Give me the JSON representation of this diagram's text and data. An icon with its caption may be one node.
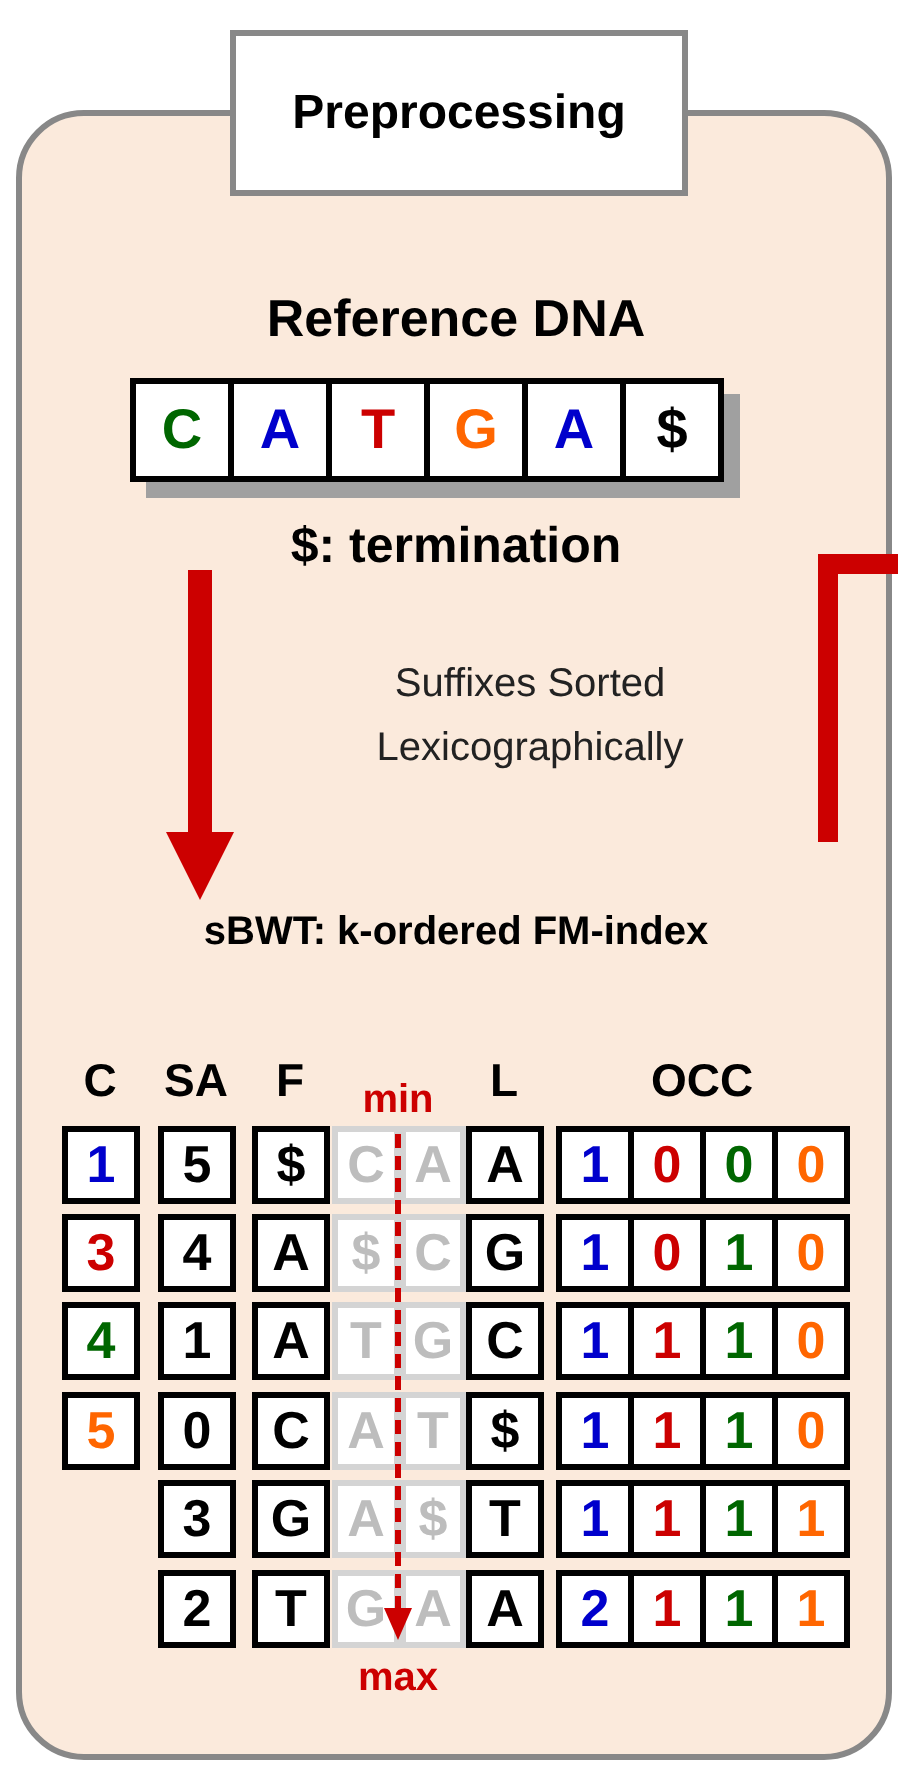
{
  "diagram": {
    "nodes": [
      {
        "text": [
          "Preprocessing"
        ]
      },
      {
        "text": [
          "Reference DNA",
          "C",
          "A",
          "T",
          "G",
          "A",
          "$",
          "$: termination"
        ],
        "in": 0
      },
      {
        "text": [
          "sBWT: k-ordered FM-index"
        ],
        "in": 0
      }
    ],
    "edges": [
      {
        "from": 1,
        "to": 2,
        "arrow": "to",
        "label": "Suffixes Sorted Lexicographically",
        "color": "#cc0000"
      }
    ],
    "labels": [
      "C",
      "SA",
      "F",
      "min",
      "L",
      "OCC",
      "1",
      "5",
      "$",
      "C",
      "A",
      "A",
      "1",
      "0",
      "0",
      "0",
      "3",
      "4",
      "A",
      "$",
      "C",
      "G",
      "1",
      "0",
      "1",
      "0",
      "4",
      "1",
      "A",
      "T",
      "G",
      "C",
      "1",
      "1",
      "1",
      "0",
      "5",
      "0",
      "C",
      "A",
      "T",
      "$",
      "1",
      "1",
      "1",
      "0",
      "3",
      "G",
      "A",
      "$",
      "T",
      "1",
      "1",
      "1",
      "1",
      "2",
      "T",
      "G",
      "A",
      "A",
      "2",
      "1",
      "1",
      "1",
      "max"
    ]
  }
}
